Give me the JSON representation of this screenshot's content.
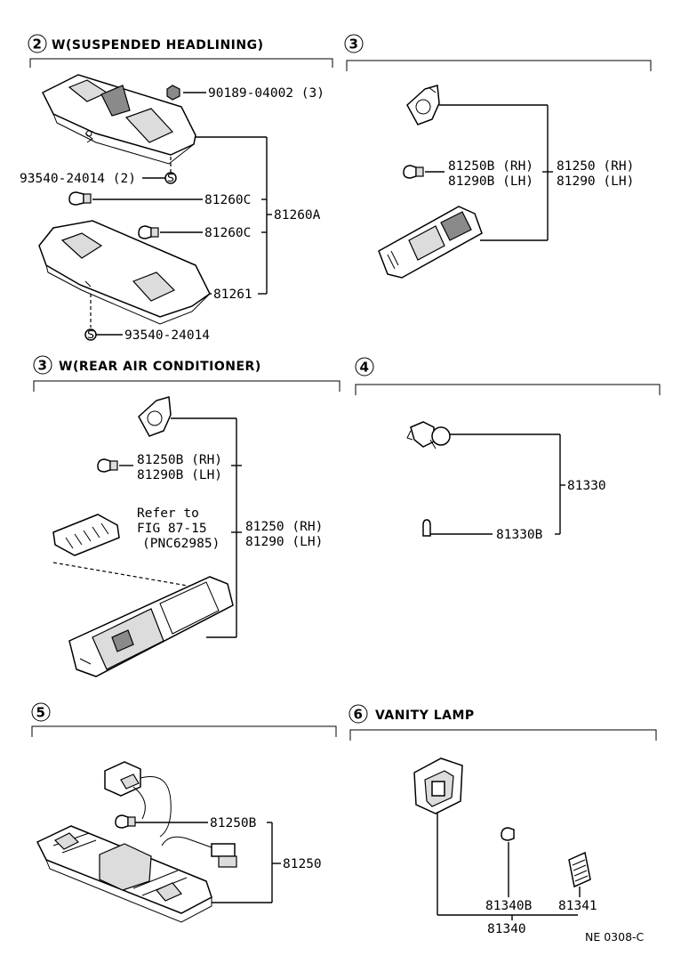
{
  "sections": {
    "s2_suspended": {
      "number": "2",
      "title": "W(SUSPENDED HEADLINING)",
      "labels": {
        "clip": "90189-04002 (3)",
        "screw_upper": "93540-24014 (2)",
        "bulb_a": "81260C",
        "bulb_b": "81260C",
        "assembly": "81260A",
        "lens": "81261",
        "screw_lower": "93540-24014"
      }
    },
    "s3_basic": {
      "number": "3",
      "title": "",
      "labels": {
        "bulb_rh": "81250B (RH)",
        "bulb_lh": "81290B (LH)",
        "assy_rh": "81250 (RH)",
        "assy_lh": "81290 (LH)"
      }
    },
    "s3_rear_ac": {
      "number": "3",
      "title": "W(REAR AIR CONDITIONER)",
      "labels": {
        "bulb_rh": "81250B (RH)",
        "bulb_lh": "81290B (LH)",
        "refer_1": "Refer to",
        "refer_2": "FIG 87-15",
        "refer_3": "(PNC62985)",
        "assy_rh": "81250 (RH)",
        "assy_lh": "81290 (LH)"
      }
    },
    "s4": {
      "number": "4",
      "title": "",
      "labels": {
        "assembly": "81330",
        "bulb": "81330B"
      }
    },
    "s5": {
      "number": "5",
      "title": "",
      "labels": {
        "bulb": "81250B",
        "assembly": "81250"
      }
    },
    "s6_vanity": {
      "number": "6",
      "title": "VANITY LAMP",
      "labels": {
        "bulb": "81340B",
        "lens": "81341",
        "assembly": "81340"
      }
    }
  },
  "footer_code": "NE 0308-C"
}
